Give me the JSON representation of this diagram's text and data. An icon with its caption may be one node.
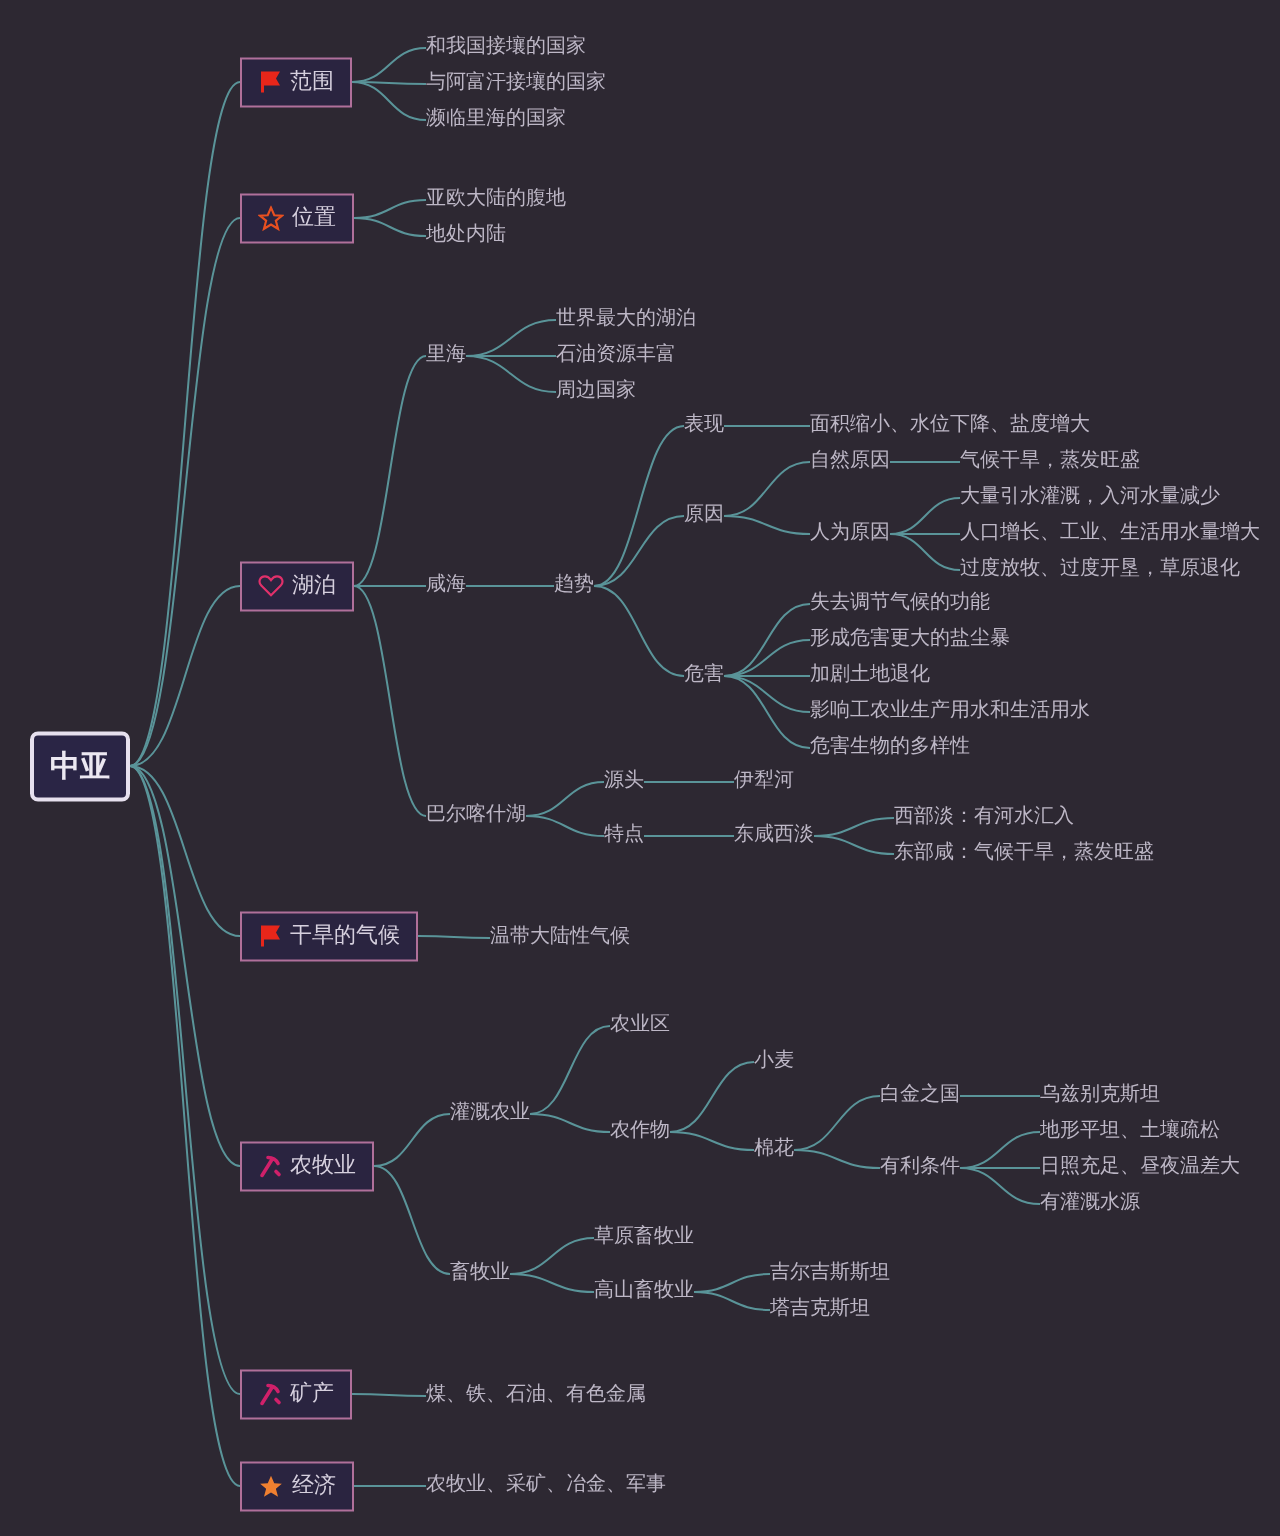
{
  "diagram": {
    "nodes": [
      {
        "text": [
          "中亚"
        ]
      },
      {
        "text": [
          "范围"
        ]
      },
      {
        "text": [
          "和我国接壤的国家"
        ]
      },
      {
        "text": [
          "与阿富汗接壤的国家"
        ]
      },
      {
        "text": [
          "濒临里海的国家"
        ]
      },
      {
        "text": [
          "位置"
        ]
      },
      {
        "text": [
          "亚欧大陆的腹地"
        ]
      },
      {
        "text": [
          "地处内陆"
        ]
      },
      {
        "text": [
          "湖泊"
        ]
      },
      {
        "text": [
          "里海"
        ]
      },
      {
        "text": [
          "世界最大的湖泊"
        ]
      },
      {
        "text": [
          "石油资源丰富"
        ]
      },
      {
        "text": [
          "周边国家"
        ]
      },
      {
        "text": [
          "咸海"
        ]
      },
      {
        "text": [
          "趋势"
        ]
      },
      {
        "text": [
          "表现"
        ]
      },
      {
        "text": [
          "面积缩小、水位下降、盐度增大"
        ]
      },
      {
        "text": [
          "原因"
        ]
      },
      {
        "text": [
          "自然原因"
        ]
      },
      {
        "text": [
          "气候干旱，蒸发旺盛"
        ]
      },
      {
        "text": [
          "人为原因"
        ]
      },
      {
        "text": [
          "大量引水灌溉，入河水量减少"
        ]
      },
      {
        "text": [
          "人口增长、工业、生活用水量增大"
        ]
      },
      {
        "text": [
          "过度放牧、过度开垦，草原退化"
        ]
      },
      {
        "text": [
          "危害"
        ]
      },
      {
        "text": [
          "失去调节气候的功能"
        ]
      },
      {
        "text": [
          "形成危害更大的盐尘暴"
        ]
      },
      {
        "text": [
          "加剧土地退化"
        ]
      },
      {
        "text": [
          "影响工农业生产用水和生活用水"
        ]
      },
      {
        "text": [
          "危害生物的多样性"
        ]
      },
      {
        "text": [
          "巴尔喀什湖"
        ]
      },
      {
        "text": [
          "源头"
        ]
      },
      {
        "text": [
          "伊犁河"
        ]
      },
      {
        "text": [
          "特点"
        ]
      },
      {
        "text": [
          "东咸西淡"
        ]
      },
      {
        "text": [
          "西部淡：有河水汇入"
        ]
      },
      {
        "text": [
          "东部咸：气候干旱，蒸发旺盛"
        ]
      },
      {
        "text": [
          "干旱的气候"
        ]
      },
      {
        "text": [
          "温带大陆性气候"
        ]
      },
      {
        "text": [
          "农牧业"
        ]
      },
      {
        "text": [
          "灌溉农业"
        ]
      },
      {
        "text": [
          "农业区"
        ]
      },
      {
        "text": [
          "农作物"
        ]
      },
      {
        "text": [
          "小麦"
        ]
      },
      {
        "text": [
          "棉花"
        ]
      },
      {
        "text": [
          "白金之国"
        ]
      },
      {
        "text": [
          "乌兹别克斯坦"
        ]
      },
      {
        "text": [
          "有利条件"
        ]
      },
      {
        "text": [
          "地形平坦、土壤疏松"
        ]
      },
      {
        "text": [
          "日照充足、昼夜温差大"
        ]
      },
      {
        "text": [
          "有灌溉水源"
        ]
      },
      {
        "text": [
          "畜牧业"
        ]
      },
      {
        "text": [
          "草原畜牧业"
        ]
      },
      {
        "text": [
          "高山畜牧业"
        ]
      },
      {
        "text": [
          "吉尔吉斯斯坦"
        ]
      },
      {
        "text": [
          "塔吉克斯坦"
        ]
      },
      {
        "text": [
          "矿产"
        ]
      },
      {
        "text": [
          "煤、铁、石油、有色金属"
        ]
      },
      {
        "text": [
          "经济"
        ]
      },
      {
        "text": [
          "农牧业、采矿、冶金、军事"
        ]
      }
    ],
    "edges": [
      {
        "from": 0,
        "to": 1,
        "arrow": "none"
      },
      {
        "from": 1,
        "to": 2,
        "arrow": "none"
      },
      {
        "from": 1,
        "to": 3,
        "arrow": "none"
      },
      {
        "from": 1,
        "to": 4,
        "arrow": "none"
      },
      {
        "from": 0,
        "to": 5,
        "arrow": "none"
      },
      {
        "from": 5,
        "to": 6,
        "arrow": "none"
      },
      {
        "from": 5,
        "to": 7,
        "arrow": "none"
      },
      {
        "from": 0,
        "to": 8,
        "arrow": "none"
      },
      {
        "from": 8,
        "to": 9,
        "arrow": "none"
      },
      {
        "from": 9,
        "to": 10,
        "arrow": "none"
      },
      {
        "from": 9,
        "to": 11,
        "arrow": "none"
      },
      {
        "from": 9,
        "to": 12,
        "arrow": "none"
      },
      {
        "from": 8,
        "to": 13,
        "arrow": "none"
      },
      {
        "from": 13,
        "to": 14,
        "arrow": "none"
      },
      {
        "from": 14,
        "to": 15,
        "arrow": "none"
      },
      {
        "from": 15,
        "to": 16,
        "arrow": "none"
      },
      {
        "from": 14,
        "to": 17,
        "arrow": "none"
      },
      {
        "from": 17,
        "to": 18,
        "arrow": "none"
      },
      {
        "from": 18,
        "to": 19,
        "arrow": "none"
      },
      {
        "from": 17,
        "to": 20,
        "arrow": "none"
      },
      {
        "from": 20,
        "to": 21,
        "arrow": "none"
      },
      {
        "from": 20,
        "to": 22,
        "arrow": "none"
      },
      {
        "from": 20,
        "to": 23,
        "arrow": "none"
      },
      {
        "from": 14,
        "to": 24,
        "arrow": "none"
      },
      {
        "from": 24,
        "to": 25,
        "arrow": "none"
      },
      {
        "from": 24,
        "to": 26,
        "arrow": "none"
      },
      {
        "from": 24,
        "to": 27,
        "arrow": "none"
      },
      {
        "from": 24,
        "to": 28,
        "arrow": "none"
      },
      {
        "from": 24,
        "to": 29,
        "arrow": "none"
      },
      {
        "from": 8,
        "to": 30,
        "arrow": "none"
      },
      {
        "from": 30,
        "to": 31,
        "arrow": "none"
      },
      {
        "from": 31,
        "to": 32,
        "arrow": "none"
      },
      {
        "from": 30,
        "to": 33,
        "arrow": "none"
      },
      {
        "from": 33,
        "to": 34,
        "arrow": "none"
      },
      {
        "from": 34,
        "to": 35,
        "arrow": "none"
      },
      {
        "from": 34,
        "to": 36,
        "arrow": "none"
      },
      {
        "from": 0,
        "to": 37,
        "arrow": "none"
      },
      {
        "from": 37,
        "to": 38,
        "arrow": "none"
      },
      {
        "from": 0,
        "to": 39,
        "arrow": "none"
      },
      {
        "from": 39,
        "to": 40,
        "arrow": "none"
      },
      {
        "from": 40,
        "to": 41,
        "arrow": "none"
      },
      {
        "from": 40,
        "to": 42,
        "arrow": "none"
      },
      {
        "from": 42,
        "to": 43,
        "arrow": "none"
      },
      {
        "from": 42,
        "to": 44,
        "arrow": "none"
      },
      {
        "from": 44,
        "to": 45,
        "arrow": "none"
      },
      {
        "from": 45,
        "to": 46,
        "arrow": "none"
      },
      {
        "from": 44,
        "to": 47,
        "arrow": "none"
      },
      {
        "from": 47,
        "to": 48,
        "arrow": "none"
      },
      {
        "from": 47,
        "to": 49,
        "arrow": "none"
      },
      {
        "from": 47,
        "to": 50,
        "arrow": "none"
      },
      {
        "from": 39,
        "to": 51,
        "arrow": "none"
      },
      {
        "from": 51,
        "to": 52,
        "arrow": "none"
      },
      {
        "from": 51,
        "to": 53,
        "arrow": "none"
      },
      {
        "from": 53,
        "to": 54,
        "arrow": "none"
      },
      {
        "from": 53,
        "to": 55,
        "arrow": "none"
      },
      {
        "from": 0,
        "to": 56,
        "arrow": "none"
      },
      {
        "from": 56,
        "to": 57,
        "arrow": "none"
      },
      {
        "from": 0,
        "to": 58,
        "arrow": "none"
      },
      {
        "from": 58,
        "to": 59,
        "arrow": "none"
      }
    ]
  }
}
